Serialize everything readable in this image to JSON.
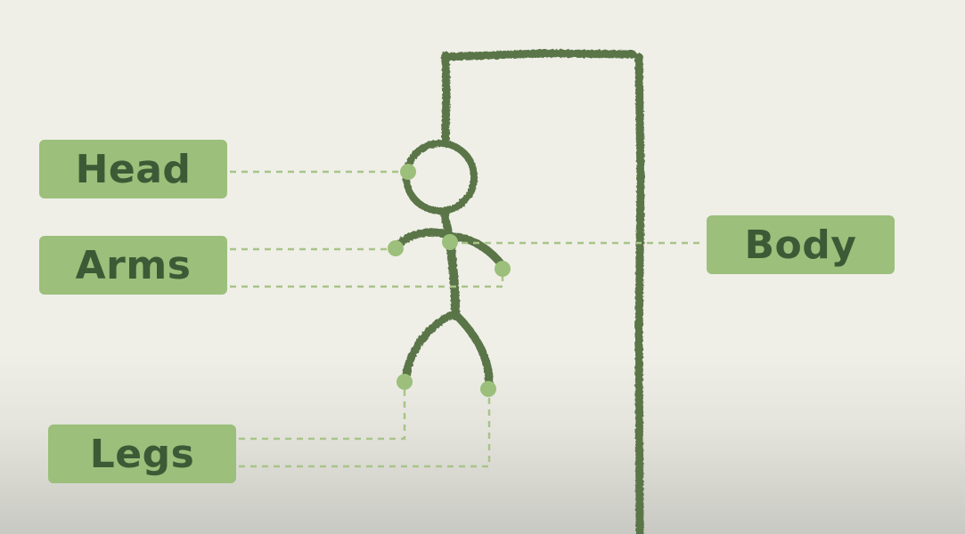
{
  "labels": {
    "head": "Head",
    "arms": "Arms",
    "legs": "Legs",
    "body": "Body"
  },
  "colors": {
    "background": "#efefe8",
    "label_fill": "#9cbf7b",
    "label_text": "#3d5a36",
    "stroke": "#5a7446",
    "connector": "#a8c488",
    "marker": "#9cbf7b"
  }
}
